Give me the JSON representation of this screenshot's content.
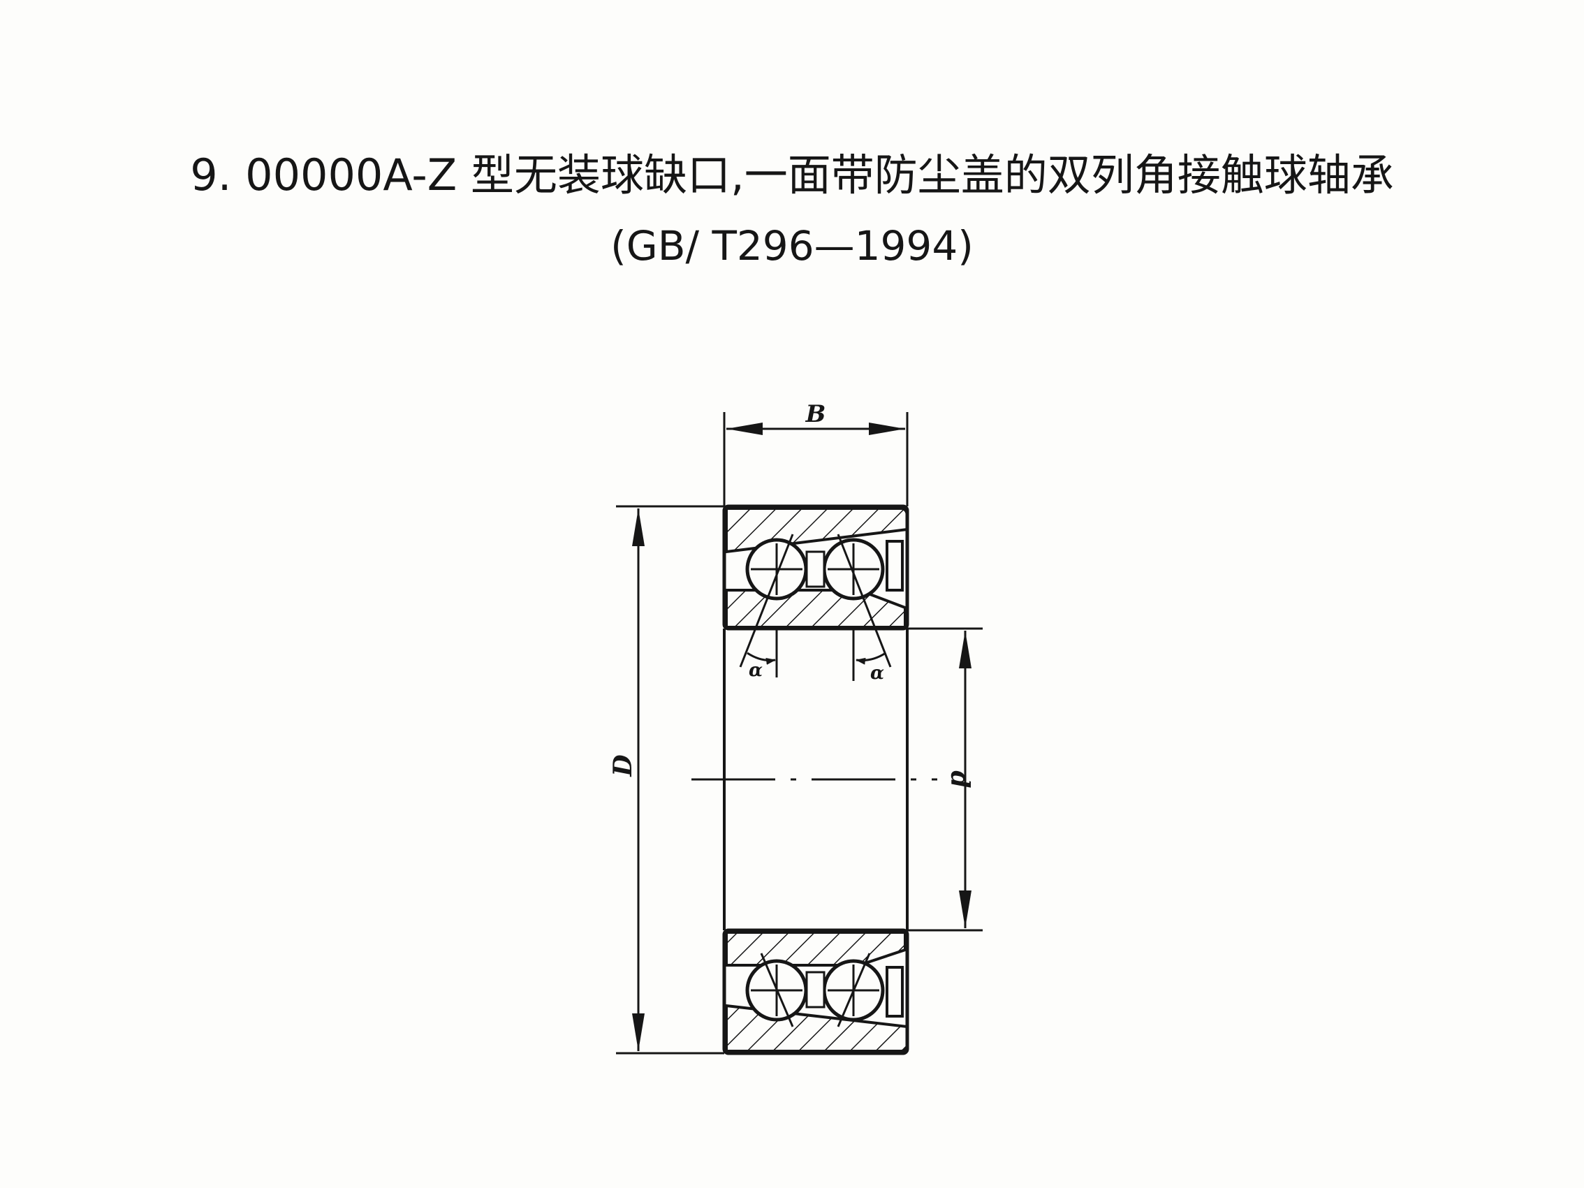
{
  "title": "9. 00000A-Z 型无装球缺口,一面带防尘盖的双列角接触球轴承",
  "standard": "(GB/ T296—1994)",
  "labels": {
    "width": "B",
    "outer_diameter": "D",
    "bore_diameter": "d",
    "contact_angle_left": "α",
    "contact_angle_right": "α"
  }
}
